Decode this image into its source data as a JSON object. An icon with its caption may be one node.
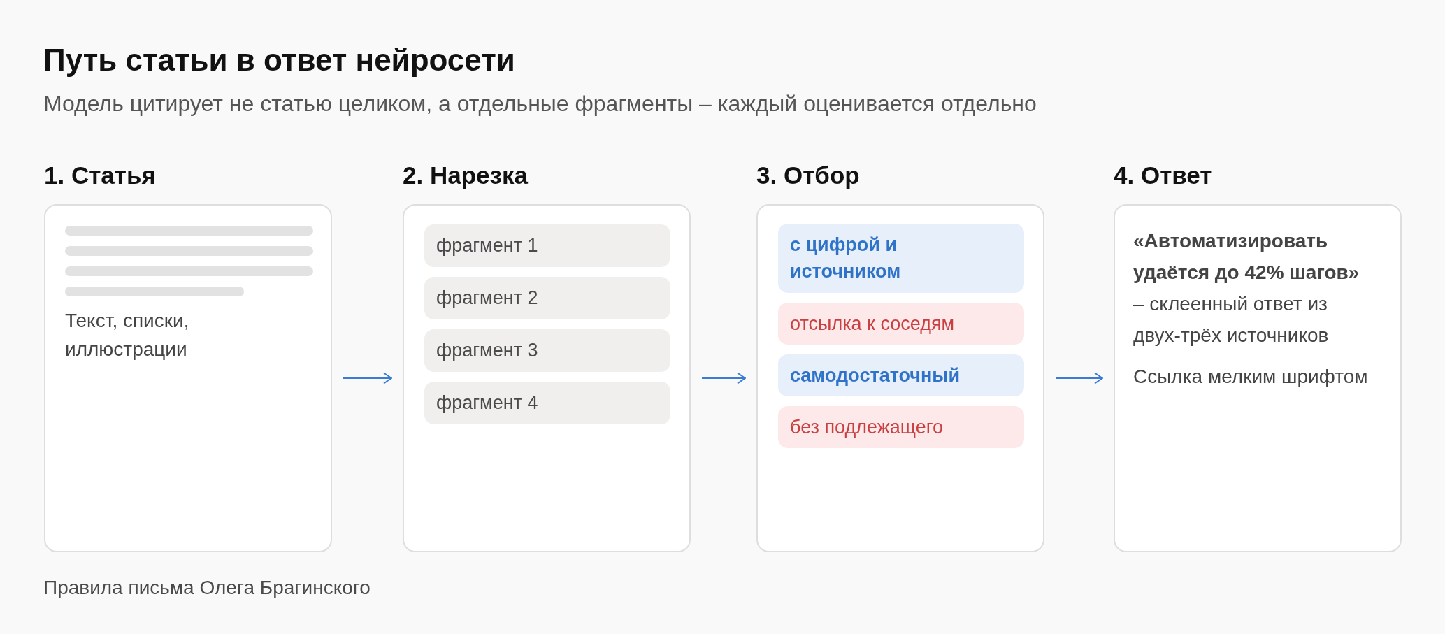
{
  "diagram": {
    "title": "Путь статьи в ответ нейросети",
    "caption": "Правила письма Олега Брагинского",
    "nodes": [
      {
        "text": [
          "1. Статья",
          "Текст, списки, иллюстрации"
        ]
      },
      {
        "text": [
          "2. Нарезка"
        ]
      },
      {
        "text": [
          "фрагмент 1"
        ],
        "in": 1
      },
      {
        "text": [
          "фрагмент 2"
        ],
        "in": 1
      },
      {
        "text": [
          "фрагмент 3"
        ],
        "in": 1
      },
      {
        "text": [
          "фрагмент 4"
        ],
        "in": 1
      },
      {
        "text": [
          "3. Отбор"
        ]
      },
      {
        "text": [
          "с цифрой и источником"
        ],
        "in": 6
      },
      {
        "text": [
          "отсылка к соседям"
        ],
        "in": 6
      },
      {
        "text": [
          "самодостаточный"
        ],
        "in": 6
      },
      {
        "text": [
          "без подлежащего"
        ],
        "in": 6
      },
      {
        "text": [
          "4. Ответ",
          "**«Автоматизировать удаётся до 42% шагов»** – склеенный ответ из двух-трёх источников",
          "Ссылка мелким шрифтом"
        ]
      }
    ],
    "edges": [
      {
        "from": 0,
        "to": 1,
        "arrow": "to"
      },
      {
        "from": 1,
        "to": 6,
        "arrow": "to"
      },
      {
        "from": 6,
        "to": 11,
        "arrow": "to"
      }
    ],
    "labels": [
      "Модель цитирует не статью целиком, а отдельные фрагменты – каждый оценивается отдельно"
    ]
  }
}
